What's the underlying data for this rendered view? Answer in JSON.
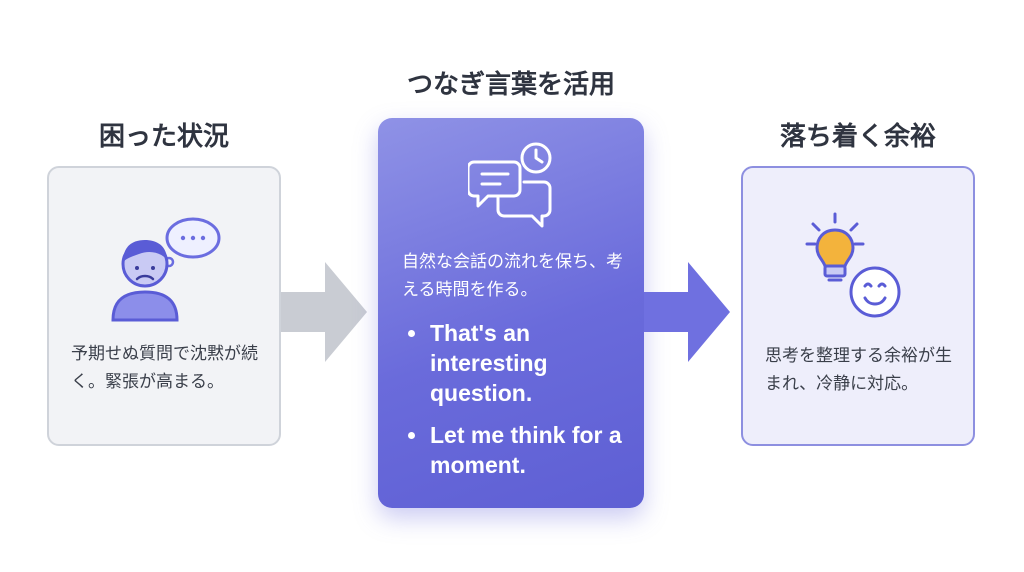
{
  "left": {
    "title": "困った状況",
    "text": "予期せぬ質問で沈黙が続く。緊張が高まる。",
    "icon": "worried-person-icon"
  },
  "center": {
    "title": "つなぎ言葉を活用",
    "text": "自然な会話の流れを保ち、考える時間を作る。",
    "bullets": [
      "That's an interesting question.",
      "Let me think for a moment."
    ],
    "icon": "chat-clock-icon"
  },
  "right": {
    "title": "落ち着く余裕",
    "text": "思考を整理する余裕が生まれ、冷静に対応。",
    "icon": "lightbulb-smile-icon"
  },
  "colors": {
    "accent": "#6a6bdb",
    "left_arrow": "#c9ccd3",
    "right_arrow": "#6f70e0"
  }
}
